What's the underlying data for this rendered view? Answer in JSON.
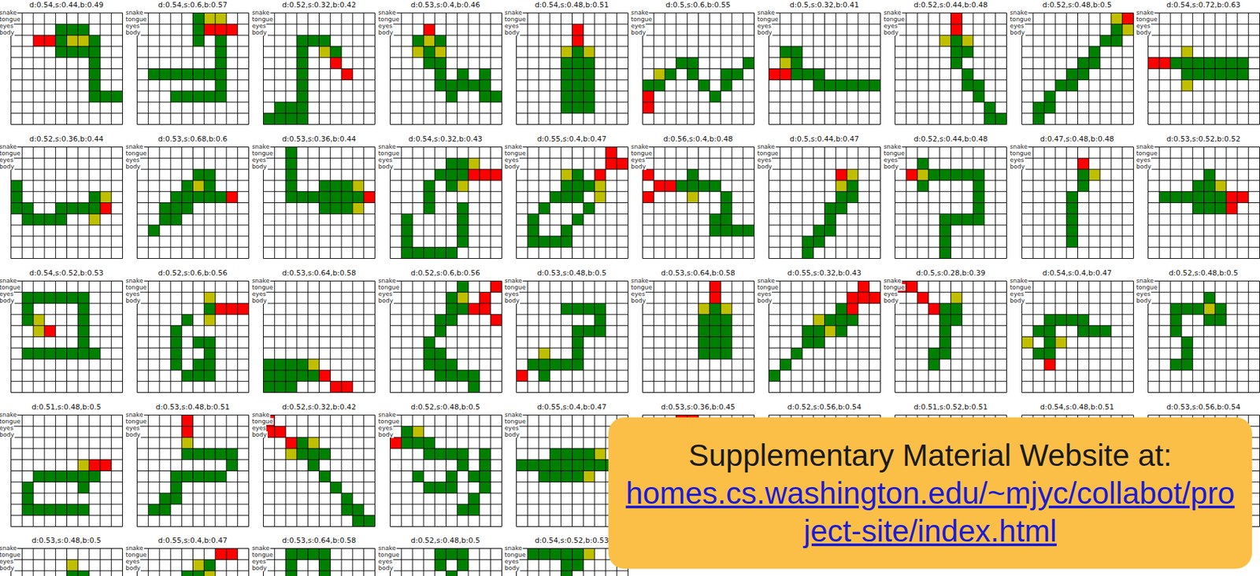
{
  "diagram": {
    "nodes": [
      {
        "text": [
          "d:0.54,s:0.44,b:0.49",
          "snake",
          "tongue",
          "eyes",
          "body"
        ]
      },
      {
        "text": [
          "d:0.54,s:0.6,b:0.57",
          "snake",
          "tongue",
          "eyes",
          "body"
        ]
      },
      {
        "text": [
          "d:0.52,s:0.32,b:0.42",
          "snake",
          "tongue",
          "eyes",
          "body"
        ]
      },
      {
        "text": [
          "d:0.53,s:0.4,b:0.46",
          "snake",
          "tongue",
          "eyes",
          "body"
        ]
      },
      {
        "text": [
          "d:0.54,s:0.48,b:0.51",
          "snake",
          "tongue",
          "eyes",
          "body"
        ]
      },
      {
        "text": [
          "d:0.5,s:0.6,b:0.55",
          "snake",
          "tongue",
          "eyes",
          "body"
        ]
      },
      {
        "text": [
          "d:0.5,s:0.32,b:0.41",
          "snake",
          "tongue",
          "eyes",
          "body"
        ]
      },
      {
        "text": [
          "d:0.52,s:0.44,b:0.48",
          "snake",
          "tongue",
          "eyes",
          "body"
        ]
      },
      {
        "text": [
          "d:0.52,s:0.48,b:0.5",
          "snake",
          "tongue",
          "eyes",
          "body"
        ]
      },
      {
        "text": [
          "d:0.54,s:0.72,b:0.63",
          "snake",
          "tongue",
          "eyes",
          "body"
        ]
      },
      {
        "text": [
          "d:0.52,s:0.36,b:0.44",
          "snake",
          "tongue",
          "eyes",
          "body"
        ]
      },
      {
        "text": [
          "d:0.53,s:0.68,b:0.6",
          "snake",
          "tongue",
          "eyes",
          "body"
        ]
      },
      {
        "text": [
          "d:0.53,s:0.36,b:0.44",
          "snake",
          "tongue",
          "eyes",
          "body"
        ]
      },
      {
        "text": [
          "d:0.54,s:0.32,b:0.43",
          "snake",
          "tongue",
          "eyes",
          "body"
        ]
      },
      {
        "text": [
          "d:0.55,s:0.4,b:0.47",
          "snake",
          "tongue",
          "eyes",
          "body"
        ]
      },
      {
        "text": [
          "d:0.56,s:0.4,b:0.48",
          "snake",
          "tongue",
          "eyes",
          "body"
        ]
      },
      {
        "text": [
          "d:0.5,s:0.44,b:0.47",
          "snake",
          "tongue",
          "eyes",
          "body"
        ]
      },
      {
        "text": [
          "d:0.52,s:0.44,b:0.48",
          "snake",
          "tongue",
          "eyes",
          "body"
        ]
      },
      {
        "text": [
          "d:0.47,s:0.48,b:0.48",
          "snake",
          "tongue",
          "eyes",
          "body"
        ]
      },
      {
        "text": [
          "d:0.53,s:0.52,b:0.52",
          "snake",
          "tongue",
          "eyes",
          "body"
        ]
      },
      {
        "text": [
          "d:0.54,s:0.52,b:0.53",
          "snake",
          "tongue",
          "eyes",
          "body"
        ]
      },
      {
        "text": [
          "d:0.52,s:0.6,b:0.56",
          "snake",
          "tongue",
          "eyes",
          "body"
        ]
      },
      {
        "text": [
          "d:0.53,s:0.64,b:0.58",
          "snake",
          "tongue",
          "eyes",
          "body"
        ]
      },
      {
        "text": [
          "d:0.52,s:0.6,b:0.56",
          "snake",
          "tongue",
          "eyes",
          "body"
        ]
      },
      {
        "text": [
          "d:0.53,s:0.48,b:0.5",
          "snake",
          "tongue",
          "eyes",
          "body"
        ]
      },
      {
        "text": [
          "d:0.53,s:0.64,b:0.58",
          "snake",
          "tongue",
          "eyes",
          "body"
        ]
      },
      {
        "text": [
          "d:0.55,s:0.32,b:0.43",
          "snake",
          "tongue",
          "eyes",
          "body"
        ]
      },
      {
        "text": [
          "d:0.5,s:0.28,b:0.39",
          "snake",
          "tongue",
          "eyes",
          "body"
        ]
      },
      {
        "text": [
          "d:0.54,s:0.4,b:0.47",
          "snake",
          "tongue",
          "eyes",
          "body"
        ]
      },
      {
        "text": [
          "d:0.52,s:0.48,b:0.5",
          "snake",
          "tongue",
          "eyes",
          "body"
        ]
      },
      {
        "text": [
          "d:0.51,s:0.48,b:0.5",
          "snake",
          "tongue",
          "eyes",
          "body"
        ]
      },
      {
        "text": [
          "d:0.53,s:0.48,b:0.51",
          "snake",
          "tongue",
          "eyes",
          "body"
        ]
      },
      {
        "text": [
          "d:0.52,s:0.32,b:0.42",
          "snake",
          "tongue",
          "eyes",
          "body"
        ]
      },
      {
        "text": [
          "d:0.52,s:0.48,b:0.5",
          "snake",
          "tongue",
          "eyes",
          "body"
        ]
      },
      {
        "text": [
          "d:0.55,s:0.4,b:0.47",
          "snake",
          "tongue",
          "eyes",
          "body"
        ]
      },
      {
        "text": [
          "d:0.53,s:0.36,b:0.45"
        ]
      },
      {
        "text": [
          "d:0.52,s:0.56,b:0.54"
        ]
      },
      {
        "text": [
          "d:0.51,s:0.52,b:0.51"
        ]
      },
      {
        "text": [
          "d:0.54,s:0.48,b:0.51"
        ]
      },
      {
        "text": [
          "d:0.53,s:0.56,b:0.54"
        ]
      },
      {
        "text": [
          "d:0.53,s:0.48,b:0.5",
          "snake",
          "tongue",
          "eyes",
          "body"
        ]
      },
      {
        "text": [
          "d:0.55,s:0.4,b:0.47",
          "snake",
          "tongue",
          "eyes",
          "body"
        ]
      },
      {
        "text": [
          "d:0.53,s:0.64,b:0.58",
          "snake",
          "tongue",
          "eyes",
          "body"
        ]
      },
      {
        "text": [
          "d:0.52,s:0.48,b:0.5",
          "snake",
          "tongue",
          "eyes",
          "body"
        ]
      },
      {
        "text": [
          "d:0.54,s:0.52,b:0.53",
          "snake",
          "tongue",
          "eyes",
          "body"
        ]
      },
      {
        "text": [
          "Supplementary Material Website at:",
          "homes.cs.washington.edu/~mjyc/collabot/project-site/index.html"
        ]
      }
    ]
  }
}
